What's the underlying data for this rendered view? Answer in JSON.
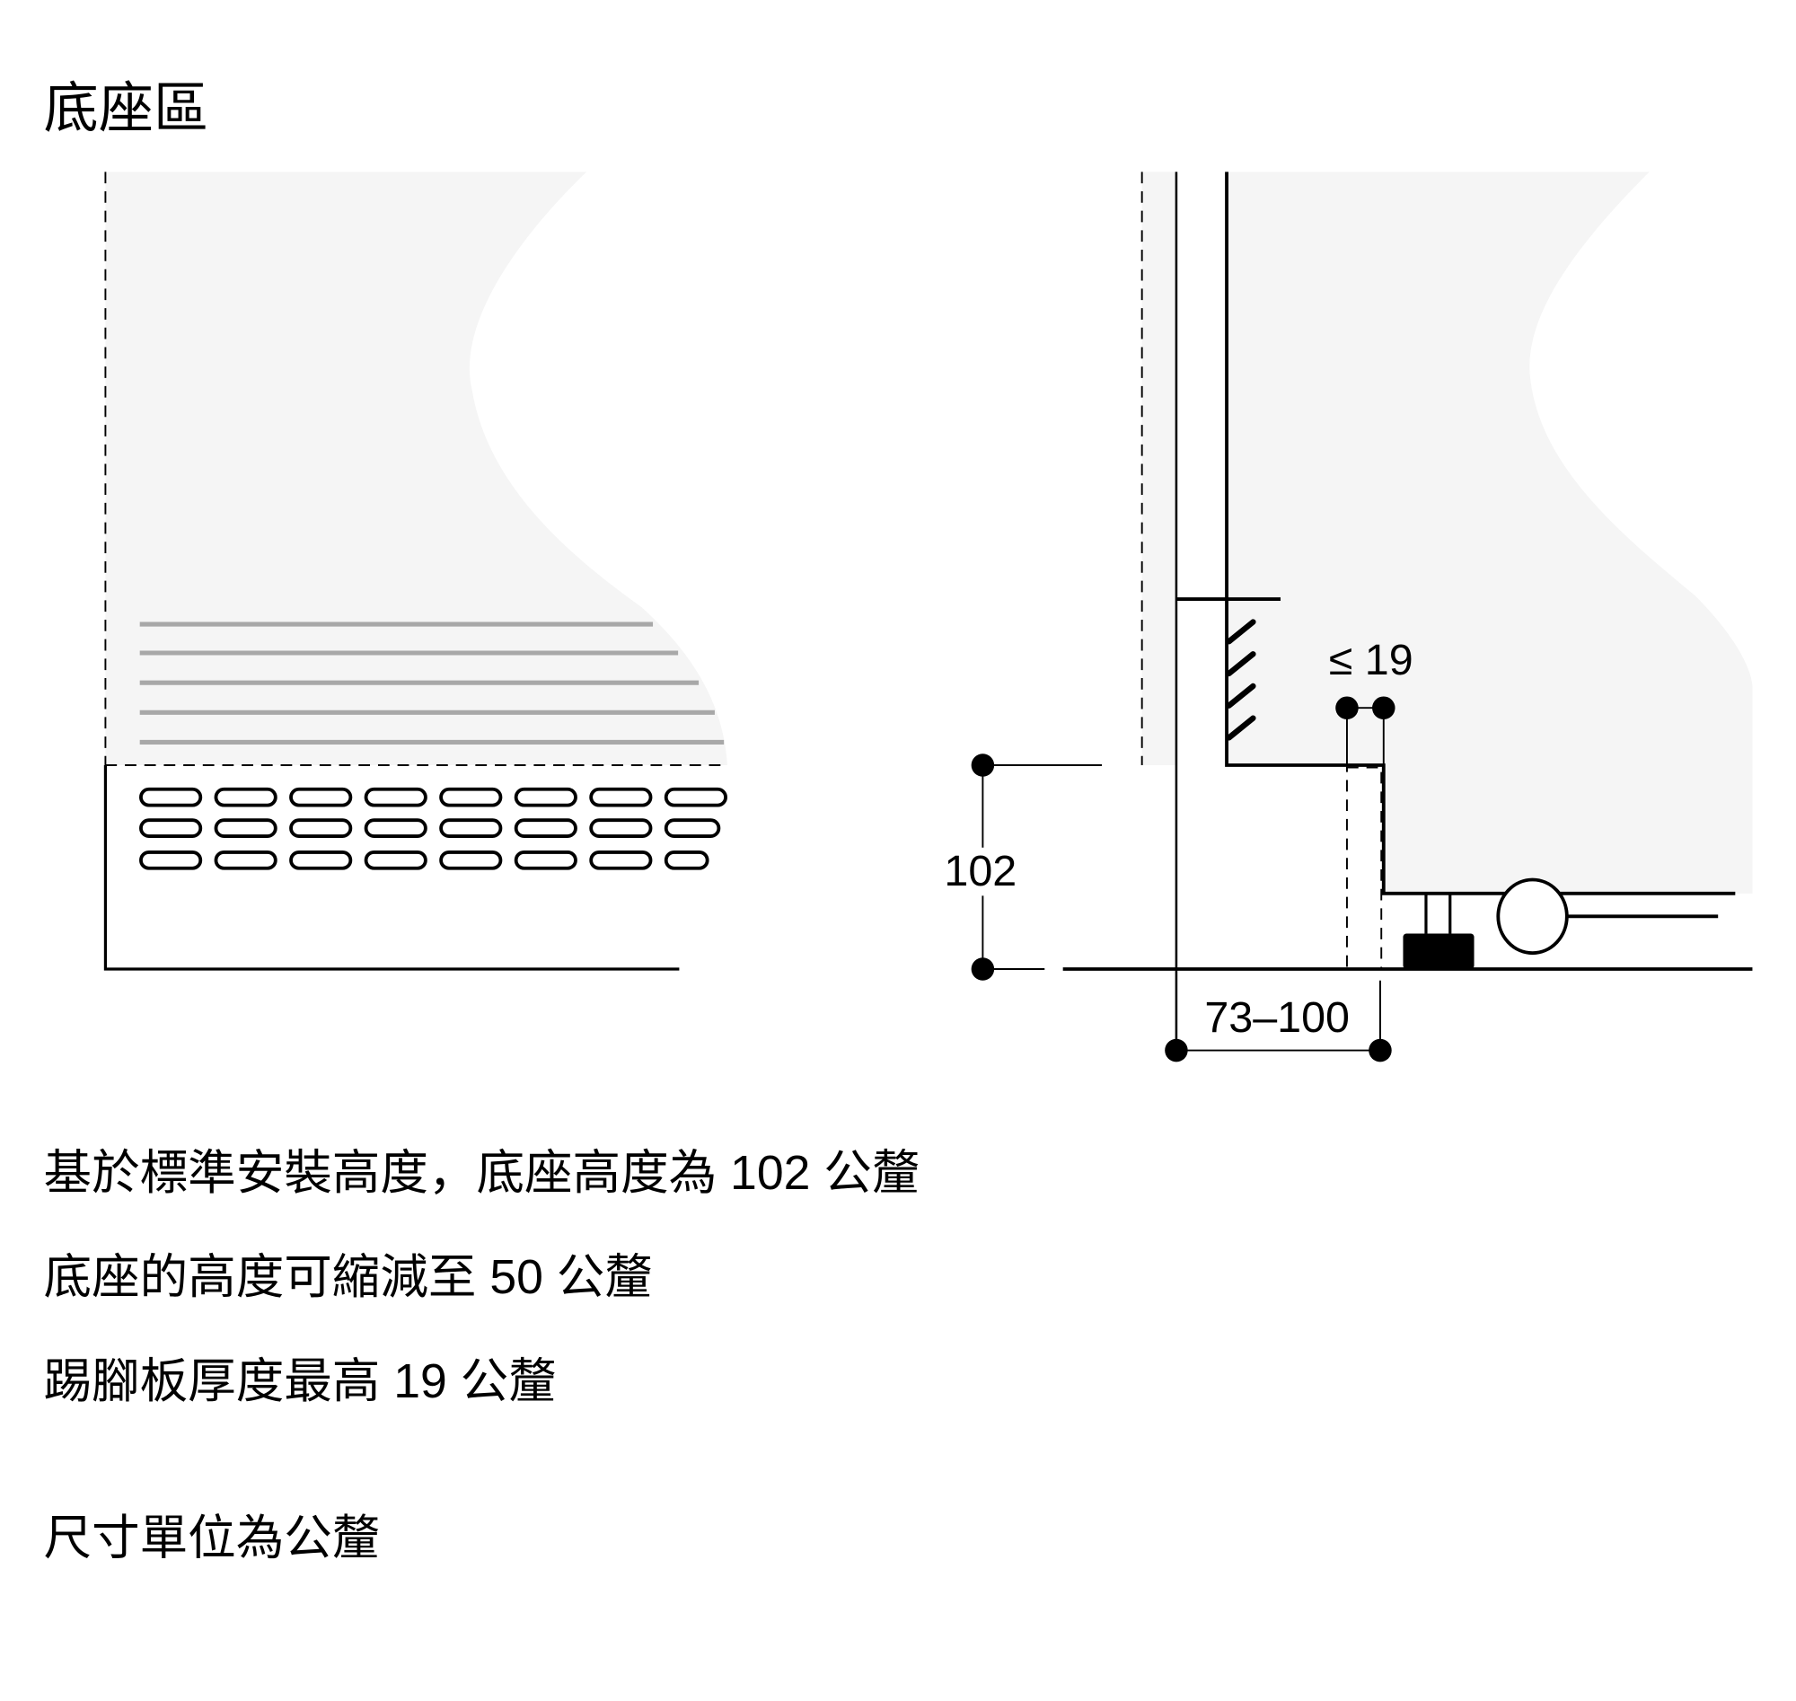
{
  "title": "底座區",
  "dimensions": {
    "plinth_height": "102",
    "kickboard_thickness": "≤ 19",
    "depth_range": "73–100"
  },
  "notes": [
    "基於標準安裝高度，底座高度為 102 公釐",
    "底座的高度可縮減至 50 公釐",
    "踢腳板厚度最高 19 公釐"
  ],
  "units_note": "尺寸單位為公釐",
  "colors": {
    "fill": "#f5f5f5",
    "line": "#000000",
    "grille_line": "#a8a8a8"
  }
}
